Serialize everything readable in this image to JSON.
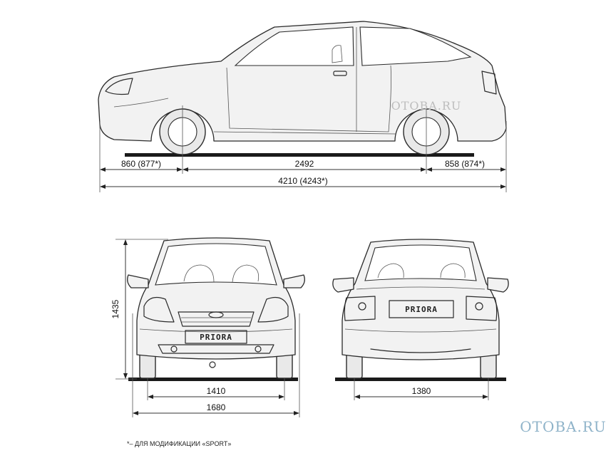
{
  "side_view": {
    "front_overhang": "860 (877*)",
    "wheelbase": "2492",
    "rear_overhang": "858 (874*)",
    "overall_length": "4210 (4243*)"
  },
  "front_view": {
    "height": "1435",
    "track": "1410",
    "overall_width": "1680",
    "badge": "PRIORA"
  },
  "rear_view": {
    "track": "1380",
    "badge": "PRIORA"
  },
  "footnote": "*– ДЛЯ МОДИФИКАЦИИ «SPORT»",
  "watermarks": {
    "top": "OTOBA.RU",
    "bottom": "OTOBA.RU"
  },
  "colors": {
    "line": "#2b2b2b",
    "watermark_top": "#bdbdbd",
    "watermark_bottom": "#8fb3c9"
  }
}
